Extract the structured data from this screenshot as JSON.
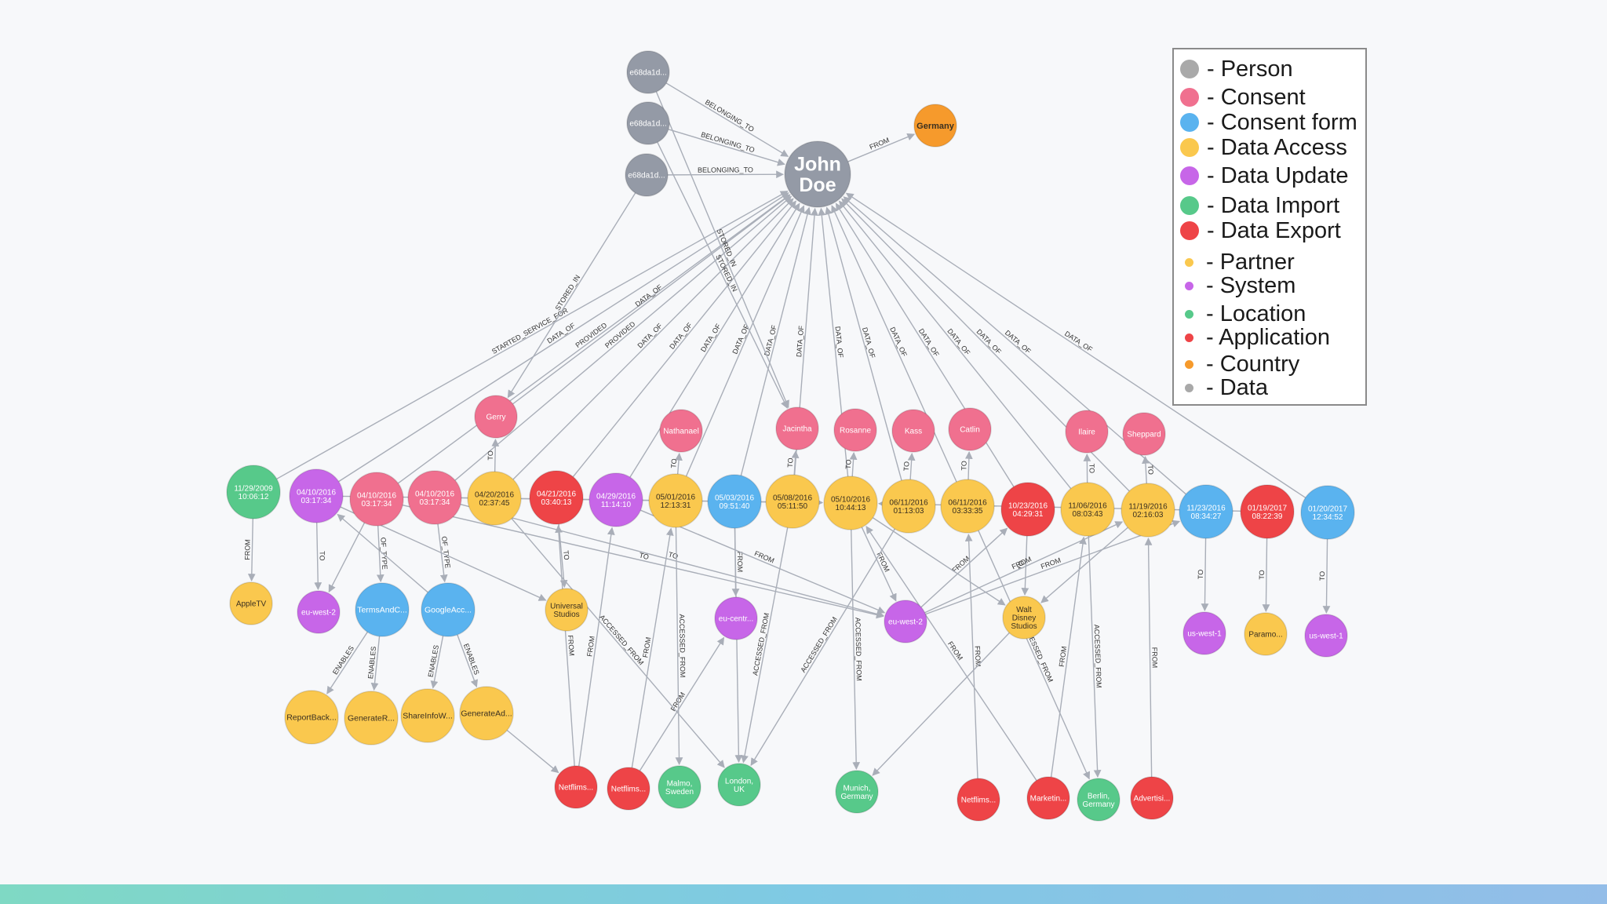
{
  "colors": {
    "person": "#949aa6",
    "consent": "#f0708f",
    "consent_form": "#5ab3ef",
    "data_access": "#fac84e",
    "data_update": "#c766e8",
    "data_import": "#57c98a",
    "data_export": "#ee4447",
    "country": "#f69a2c",
    "edge": "#a9aeb8"
  },
  "legend": [
    {
      "label": "- Person",
      "color": "#a9a9a9",
      "size": "big"
    },
    {
      "label": "- Consent",
      "color": "#f0708f",
      "size": "big"
    },
    {
      "label": "- Consent form",
      "color": "#5ab3ef",
      "size": "big"
    },
    {
      "label": "- Data Access",
      "color": "#fac84e",
      "size": "big"
    },
    {
      "label": "- Data Update",
      "color": "#c766e8",
      "size": "big"
    },
    {
      "label": "- Data Import",
      "color": "#57c98a",
      "size": "big"
    },
    {
      "label": "- Data Export",
      "color": "#ee4447",
      "size": "big"
    },
    {
      "label": "- Partner",
      "color": "#fac84e",
      "size": "small"
    },
    {
      "label": "- System",
      "color": "#c766e8",
      "size": "small"
    },
    {
      "label": "- Location",
      "color": "#57c98a",
      "size": "small"
    },
    {
      "label": "- Application",
      "color": "#ee4447",
      "size": "small"
    },
    {
      "label": "- Country",
      "color": "#f69a2c",
      "size": "small"
    },
    {
      "label": "- Data",
      "color": "#a9a9a9",
      "size": "small"
    }
  ],
  "nodes": [
    {
      "id": "john",
      "label": "John Doe",
      "type": "person"
    },
    {
      "id": "d1",
      "label": "e68da1d...",
      "type": "person"
    },
    {
      "id": "d2",
      "label": "e68da1d...",
      "type": "person"
    },
    {
      "id": "d3",
      "label": "e68da1d...",
      "type": "person"
    },
    {
      "id": "germany",
      "label": "Germany",
      "type": "country"
    },
    {
      "id": "gerry",
      "label": "Gerry",
      "type": "consent"
    },
    {
      "id": "nathanael",
      "label": "Nathanael",
      "type": "consent"
    },
    {
      "id": "jacintha",
      "label": "Jacintha",
      "type": "consent"
    },
    {
      "id": "rosanne",
      "label": "Rosanne",
      "type": "consent"
    },
    {
      "id": "kass",
      "label": "Kass",
      "type": "consent"
    },
    {
      "id": "catlin",
      "label": "Catlin",
      "type": "consent"
    },
    {
      "id": "ilaire",
      "label": "Ilaire",
      "type": "consent"
    },
    {
      "id": "sheppard",
      "label": "Sheppard",
      "type": "consent"
    },
    {
      "id": "e1",
      "label": "11/29/2009 10:06:12",
      "type": "data_import"
    },
    {
      "id": "e2",
      "label": "04/10/2016 03:17:34",
      "type": "data_update"
    },
    {
      "id": "e3",
      "label": "04/10/2016 03:17:34",
      "type": "consent"
    },
    {
      "id": "e4",
      "label": "04/10/2016 03:17:34",
      "type": "consent"
    },
    {
      "id": "e5",
      "label": "04/20/2016 02:37:45",
      "type": "data_access"
    },
    {
      "id": "e6",
      "label": "04/21/2016 03:40:13",
      "type": "data_export"
    },
    {
      "id": "e7",
      "label": "04/29/2016 11:14:10",
      "type": "data_update"
    },
    {
      "id": "e8",
      "label": "05/01/2016 12:13:31",
      "type": "data_access"
    },
    {
      "id": "e9",
      "label": "05/03/2016 09:51:40",
      "type": "consent_form"
    },
    {
      "id": "e10",
      "label": "05/08/2016 05:11:50",
      "type": "data_access"
    },
    {
      "id": "e11",
      "label": "05/10/2016 10:44:13",
      "type": "data_access"
    },
    {
      "id": "e12",
      "label": "06/11/2016 01:13:03",
      "type": "data_access"
    },
    {
      "id": "e13",
      "label": "06/11/2016 03:33:35",
      "type": "data_access"
    },
    {
      "id": "e14",
      "label": "10/23/2016 04:29:31",
      "type": "data_export"
    },
    {
      "id": "e15",
      "label": "11/06/2016 08:03:43",
      "type": "data_access"
    },
    {
      "id": "e16",
      "label": "11/19/2016 02:16:03",
      "type": "data_access"
    },
    {
      "id": "e17",
      "label": "11/23/2016 08:34:27",
      "type": "consent_form"
    },
    {
      "id": "e18",
      "label": "01/19/2017 08:22:39",
      "type": "data_export"
    },
    {
      "id": "e19",
      "label": "01/20/2017 12:34:52",
      "type": "consent_form"
    },
    {
      "id": "appletv",
      "label": "AppleTV",
      "type": "data_access"
    },
    {
      "id": "euw2a",
      "label": "eu-west-2",
      "type": "data_update"
    },
    {
      "id": "terms",
      "label": "TermsAndC...",
      "type": "consent_form"
    },
    {
      "id": "google",
      "label": "GoogleAcc...",
      "type": "consent_form"
    },
    {
      "id": "universal",
      "label": "Universal Studios",
      "type": "data_access"
    },
    {
      "id": "eucentr",
      "label": "eu-centr...",
      "type": "data_update"
    },
    {
      "id": "euw2b",
      "label": "eu-west-2",
      "type": "data_update"
    },
    {
      "id": "disney",
      "label": "Walt Disney Studios",
      "type": "data_access"
    },
    {
      "id": "usw1a",
      "label": "us-west-1",
      "type": "data_update"
    },
    {
      "id": "paramo",
      "label": "Paramo...",
      "type": "data_access"
    },
    {
      "id": "usw1b",
      "label": "us-west-1",
      "type": "data_update"
    },
    {
      "id": "reportback",
      "label": "ReportBack...",
      "type": "data_access"
    },
    {
      "id": "generater",
      "label": "GenerateR...",
      "type": "data_access"
    },
    {
      "id": "shareinfo",
      "label": "ShareInfoW...",
      "type": "data_access"
    },
    {
      "id": "generatead",
      "label": "GenerateAd...",
      "type": "data_access"
    },
    {
      "id": "netflims1",
      "label": "Netflims...",
      "type": "data_export"
    },
    {
      "id": "netflims2",
      "label": "Netflims...",
      "type": "data_export"
    },
    {
      "id": "malmo",
      "label": "Malmo, Sweden",
      "type": "data_import"
    },
    {
      "id": "london",
      "label": "London, UK",
      "type": "data_import"
    },
    {
      "id": "munich",
      "label": "Munich, Germany",
      "type": "data_import"
    },
    {
      "id": "netflims3",
      "label": "Netflims...",
      "type": "data_export"
    },
    {
      "id": "marketin",
      "label": "Marketin...",
      "type": "data_export"
    },
    {
      "id": "berlin",
      "label": "Berlin, Germany",
      "type": "data_import"
    },
    {
      "id": "advertisi",
      "label": "Advertisi...",
      "type": "data_export"
    }
  ],
  "edges": [
    {
      "from": "d1",
      "to": "john",
      "label": "BELONGING_TO"
    },
    {
      "from": "d2",
      "to": "john",
      "label": "BELONGING_TO"
    },
    {
      "from": "d3",
      "to": "john",
      "label": "BELONGING_TO"
    },
    {
      "from": "john",
      "to": "germany",
      "label": "FROM"
    },
    {
      "from": "e1",
      "to": "john",
      "label": "STARTED_SERVICE_FOR"
    },
    {
      "from": "e2",
      "to": "john",
      "label": "DATA_OF"
    },
    {
      "from": "e3",
      "to": "john",
      "label": "PROVIDED"
    },
    {
      "from": "e4",
      "to": "john",
      "label": "PROVIDED"
    },
    {
      "from": "e5",
      "to": "john",
      "label": "DATA_OF"
    },
    {
      "from": "e6",
      "to": "john",
      "label": "DATA_OF"
    },
    {
      "from": "e7",
      "to": "john",
      "label": "DATA_OF"
    },
    {
      "from": "e8",
      "to": "john",
      "label": "DATA_OF"
    },
    {
      "from": "e9",
      "to": "john",
      "label": "DATA_OF"
    },
    {
      "from": "e10",
      "to": "john",
      "label": "DATA_OF"
    },
    {
      "from": "e11",
      "to": "john",
      "label": "DATA_OF"
    },
    {
      "from": "e12",
      "to": "john",
      "label": "DATA_OF"
    },
    {
      "from": "e13",
      "to": "john",
      "label": "DATA_OF"
    },
    {
      "from": "e14",
      "to": "john",
      "label": "DATA_OF"
    },
    {
      "from": "e15",
      "to": "john",
      "label": "DATA_OF"
    },
    {
      "from": "e16",
      "to": "john",
      "label": "DATA_OF"
    },
    {
      "from": "e17",
      "to": "john",
      "label": "DATA_OF"
    },
    {
      "from": "e19",
      "to": "john",
      "label": "DATA_OF"
    },
    {
      "from": "gerry",
      "to": "john",
      "label": "DATA_OF"
    },
    {
      "from": "d3",
      "to": "gerry",
      "label": "STORED_IN"
    },
    {
      "from": "d1",
      "to": "jacintha",
      "label": "STORED_IN"
    },
    {
      "from": "d2",
      "to": "jacintha",
      "label": "STORED_IN"
    },
    {
      "from": "e5",
      "to": "gerry",
      "label": "TO"
    },
    {
      "from": "e8",
      "to": "nathanael",
      "label": "TO"
    },
    {
      "from": "e10",
      "to": "jacintha",
      "label": "TO"
    },
    {
      "from": "e11",
      "to": "rosanne",
      "label": "TO"
    },
    {
      "from": "e12",
      "to": "kass",
      "label": "TO"
    },
    {
      "from": "e13",
      "to": "catlin",
      "label": "TO"
    },
    {
      "from": "e15",
      "to": "ilaire",
      "label": "TO"
    },
    {
      "from": "e16",
      "to": "sheppard",
      "label": "TO"
    },
    {
      "from": "e1",
      "to": "appletv",
      "label": "FROM"
    },
    {
      "from": "e2",
      "to": "euw2a",
      "label": "TO"
    },
    {
      "from": "e3",
      "to": "terms",
      "label": "OF_TYPE"
    },
    {
      "from": "e4",
      "to": "google",
      "label": "OF_TYPE"
    },
    {
      "from": "e6",
      "to": "universal",
      "label": "TO"
    },
    {
      "from": "e9",
      "to": "eucentr",
      "label": "FROM"
    },
    {
      "from": "e14",
      "to": "disney",
      "label": "TO"
    },
    {
      "from": "e17",
      "to": "usw1a",
      "label": "TO"
    },
    {
      "from": "e18",
      "to": "paramo",
      "label": "TO"
    },
    {
      "from": "e19",
      "to": "usw1b",
      "label": "TO"
    },
    {
      "from": "terms",
      "to": "reportback",
      "label": "ENABLES"
    },
    {
      "from": "terms",
      "to": "generater",
      "label": "ENABLES"
    },
    {
      "from": "google",
      "to": "shareinfo",
      "label": "ENABLES"
    },
    {
      "from": "google",
      "to": "generatead",
      "label": "ENABLES"
    },
    {
      "from": "e3",
      "to": "euw2b",
      "label": "TO"
    },
    {
      "from": "e4",
      "to": "euw2b",
      "label": "TO"
    },
    {
      "from": "e7",
      "to": "euw2b",
      "label": "FROM"
    },
    {
      "from": "e11",
      "to": "euw2b",
      "label": "FROM"
    },
    {
      "from": "euw2b",
      "to": "e14",
      "label": "FROM"
    },
    {
      "from": "euw2b",
      "to": "e16",
      "label": "FROM"
    },
    {
      "from": "euw2b",
      "to": "e17",
      "label": "FROM"
    },
    {
      "from": "netflims1",
      "to": "e6",
      "label": "FROM"
    },
    {
      "from": "netflims1",
      "to": "e7",
      "label": "FROM"
    },
    {
      "from": "netflims2",
      "to": "e8",
      "label": "FROM"
    },
    {
      "from": "netflims2",
      "to": "eucentr",
      "label": "FROM"
    },
    {
      "from": "e8",
      "to": "malmo",
      "label": "ACCESSED_FROM"
    },
    {
      "from": "e5",
      "to": "london",
      "label": "ACCESSED_FROM"
    },
    {
      "from": "e10",
      "to": "london",
      "label": "ACCESSED_FROM"
    },
    {
      "from": "e12",
      "to": "london",
      "label": "ACCESSED_FROM"
    },
    {
      "from": "e11",
      "to": "munich",
      "label": "ACCESSED_FROM"
    },
    {
      "from": "netflims3",
      "to": "e13",
      "label": "FROM"
    },
    {
      "from": "marketin",
      "to": "e15",
      "label": "FROM"
    },
    {
      "from": "e15",
      "to": "berlin",
      "label": "ACCESSED_FROM"
    },
    {
      "from": "advertisi",
      "to": "e16",
      "label": "FROM"
    },
    {
      "from": "e13",
      "to": "berlin",
      "label": "ACCESSED_FROM"
    },
    {
      "from": "marketin",
      "to": "e11",
      "label": "FROM"
    },
    {
      "from": "generatead",
      "to": "netflims1",
      "label": ""
    },
    {
      "from": "disney",
      "to": "munich",
      "label": ""
    },
    {
      "from": "e2",
      "to": "universal",
      "label": ""
    },
    {
      "from": "e4",
      "to": "e11",
      "label": ""
    },
    {
      "from": "e2",
      "to": "e11",
      "label": ""
    },
    {
      "from": "e3",
      "to": "euw2a",
      "label": ""
    },
    {
      "from": "google",
      "to": "e2",
      "label": ""
    },
    {
      "from": "e11",
      "to": "disney",
      "label": ""
    },
    {
      "from": "e16",
      "to": "disney",
      "label": ""
    },
    {
      "from": "e18",
      "to": "e11",
      "label": ""
    },
    {
      "from": "e9",
      "to": "london",
      "label": ""
    }
  ]
}
